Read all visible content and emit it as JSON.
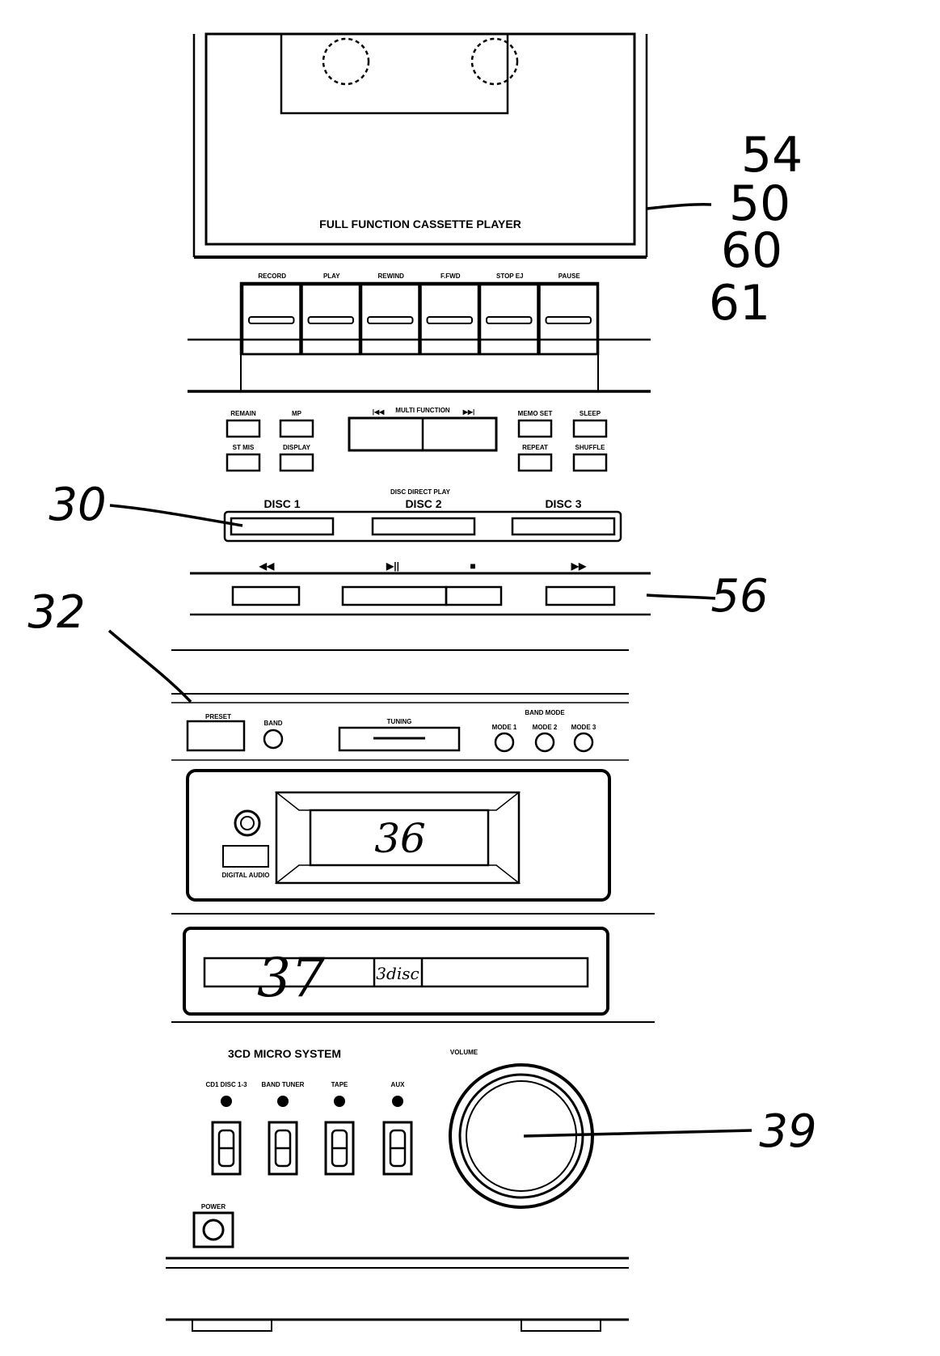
{
  "cassette": {
    "title": "FULL FUNCTION CASSETTE PLAYER",
    "keys": [
      "RECORD",
      "PLAY",
      "REWIND",
      "F.FWD",
      "STOP EJ",
      "PAUSE"
    ]
  },
  "control_panel": {
    "left_buttons": [
      "REMAIN",
      "MP",
      "ST MIS",
      "DISPLAY"
    ],
    "multi_function": {
      "label": "MULTI FUNCTION",
      "left_glyph": "|◀◀",
      "right_glyph": "▶▶|"
    },
    "right_buttons": [
      "MEMO SET",
      "SLEEP",
      "REPEAT",
      "SHUFFLE"
    ]
  },
  "disc_direct": {
    "header": "DISC DIRECT PLAY",
    "discs": [
      "DISC 1",
      "DISC 2",
      "DISC 3"
    ]
  },
  "transport": {
    "glyphs": [
      "◀◀",
      "▶||",
      "■",
      "▶▶"
    ]
  },
  "tuner": {
    "left_button": "PRESET",
    "knob_label": "BAND",
    "slot_label": "TUNING",
    "mode_header": "BAND MODE",
    "modes": [
      "MODE 1",
      "MODE 2",
      "MODE 3"
    ]
  },
  "cd_panel": {
    "window_number": "36",
    "logo": "DIGITAL AUDIO"
  },
  "tray": {
    "number": "37",
    "badge": "3disc"
  },
  "main_unit": {
    "title": "3CD MICRO SYSTEM",
    "selectors": [
      "CD1 DISC 1-3",
      "BAND TUNER",
      "TAPE",
      "AUX"
    ],
    "knob_label": "VOLUME",
    "power_label": "POWER"
  },
  "references": {
    "r54": "54",
    "r50": "50",
    "r60": "60",
    "r61": "61",
    "r30": "30",
    "r56": "56",
    "r32": "32",
    "r39": "39"
  }
}
